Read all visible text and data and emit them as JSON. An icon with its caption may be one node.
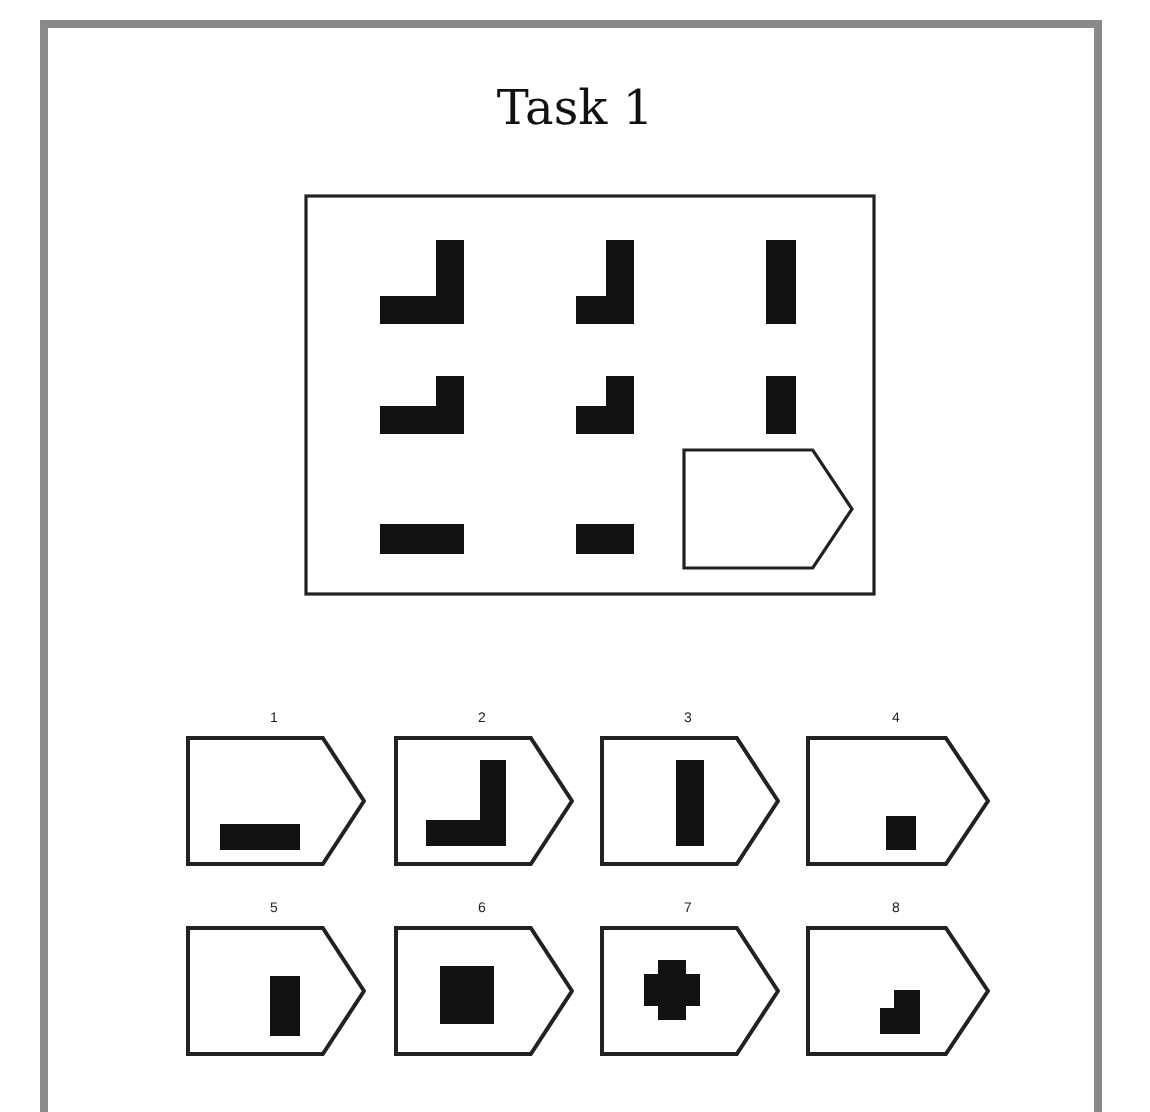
{
  "diagram": {
    "title": "Task 1",
    "nodes": [
      {
        "text": [],
        "shape": "pentagon"
      },
      {
        "text": [
          "1"
        ]
      },
      {
        "text": [
          "2"
        ]
      },
      {
        "text": [
          "3"
        ]
      },
      {
        "text": [
          "4"
        ]
      },
      {
        "text": [
          "5"
        ]
      },
      {
        "text": [
          "6"
        ]
      },
      {
        "text": [
          "7"
        ]
      },
      {
        "text": [
          "8"
        ]
      }
    ]
  }
}
